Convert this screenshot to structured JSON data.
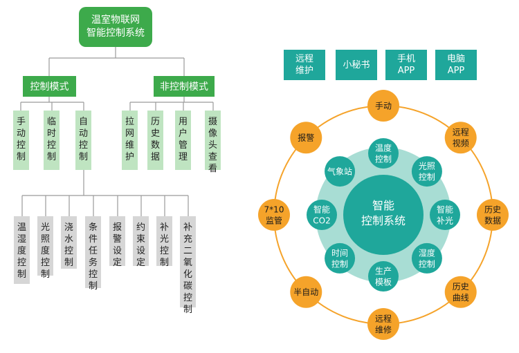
{
  "tree": {
    "root": {
      "line1": "温室物联网",
      "line2": "智能控制系统"
    },
    "control_mode": {
      "label": "控制模式",
      "items": [
        {
          "name": "leaf-manual-control",
          "label": "手动控制"
        },
        {
          "name": "leaf-timed-control",
          "label": "临时控制"
        },
        {
          "name": "leaf-auto-control",
          "label": "自动控制"
        }
      ]
    },
    "non_control_mode": {
      "label": "非控制模式",
      "items": [
        {
          "name": "leaf-network-maintenance",
          "label": "拉网维护"
        },
        {
          "name": "leaf-history-data",
          "label": "历史数据"
        },
        {
          "name": "leaf-user-management",
          "label": "用户管理"
        },
        {
          "name": "leaf-camera-view",
          "label": "摄像头查看"
        }
      ]
    },
    "auto_items": [
      {
        "name": "leaf-temp-humidity-control",
        "label": "温湿度控制"
      },
      {
        "name": "leaf-light-control",
        "label": "光照度控制"
      },
      {
        "name": "leaf-irrigation-control",
        "label": "浇水控制"
      },
      {
        "name": "leaf-condition-task-control",
        "label": "条件任务控制"
      },
      {
        "name": "leaf-alarm-setting",
        "label": "报警设定"
      },
      {
        "name": "leaf-constraint-setting",
        "label": "约束设定"
      },
      {
        "name": "leaf-supplement-light-control",
        "label": "补光控制"
      },
      {
        "name": "leaf-co2-control",
        "label": "补充二氧化碳控制"
      }
    ]
  },
  "top_buttons": [
    {
      "name": "remote-maintenance-button",
      "line1": "远程",
      "line2": "维护"
    },
    {
      "name": "assistant-button",
      "line1": "小秘书",
      "line2": ""
    },
    {
      "name": "mobile-app-button",
      "line1": "手机",
      "line2": "APP"
    },
    {
      "name": "pc-app-button",
      "line1": "电脑",
      "line2": "APP"
    }
  ],
  "circle": {
    "center": {
      "line1": "智能",
      "line2": "控制系统"
    },
    "inner_nodes": [
      {
        "name": "inner-node-temperature",
        "line1": "温度",
        "line2": "控制"
      },
      {
        "name": "inner-node-light",
        "line1": "光照",
        "line2": "控制"
      },
      {
        "name": "inner-node-smart-light",
        "line1": "智能",
        "line2": "补光"
      },
      {
        "name": "inner-node-humidity",
        "line1": "湿度",
        "line2": "控制"
      },
      {
        "name": "inner-node-production",
        "line1": "生产",
        "line2": "模板"
      },
      {
        "name": "inner-node-time",
        "line1": "时间",
        "line2": "控制"
      },
      {
        "name": "inner-node-smart-co2",
        "line1": "智能",
        "line2": "CO2"
      },
      {
        "name": "inner-node-weather",
        "line1": "气象站",
        "line2": ""
      }
    ],
    "outer_nodes": [
      {
        "name": "outer-node-manual",
        "line1": "手动",
        "line2": ""
      },
      {
        "name": "outer-node-remote-video",
        "line1": "远程",
        "line2": "视频"
      },
      {
        "name": "outer-node-history-data",
        "line1": "历史",
        "line2": "数据"
      },
      {
        "name": "outer-node-history-curve",
        "line1": "历史",
        "line2": "曲线"
      },
      {
        "name": "outer-node-remote-maintenance",
        "line1": "远程",
        "line2": "维修"
      },
      {
        "name": "outer-node-semi-auto",
        "line1": "半自动",
        "line2": ""
      },
      {
        "name": "outer-node-monitoring",
        "line1": "7*10",
        "line2": "监管"
      },
      {
        "name": "outer-node-alarm",
        "line1": "报警",
        "line2": ""
      }
    ]
  },
  "colors": {
    "green": "#3daa4b",
    "light_green": "#bfe4c1",
    "gray": "#d6d6d6",
    "teal": "#1fa79b",
    "teal_light": "#a8ddd4",
    "orange": "#f5a32a",
    "line": "#9a9a9a"
  }
}
